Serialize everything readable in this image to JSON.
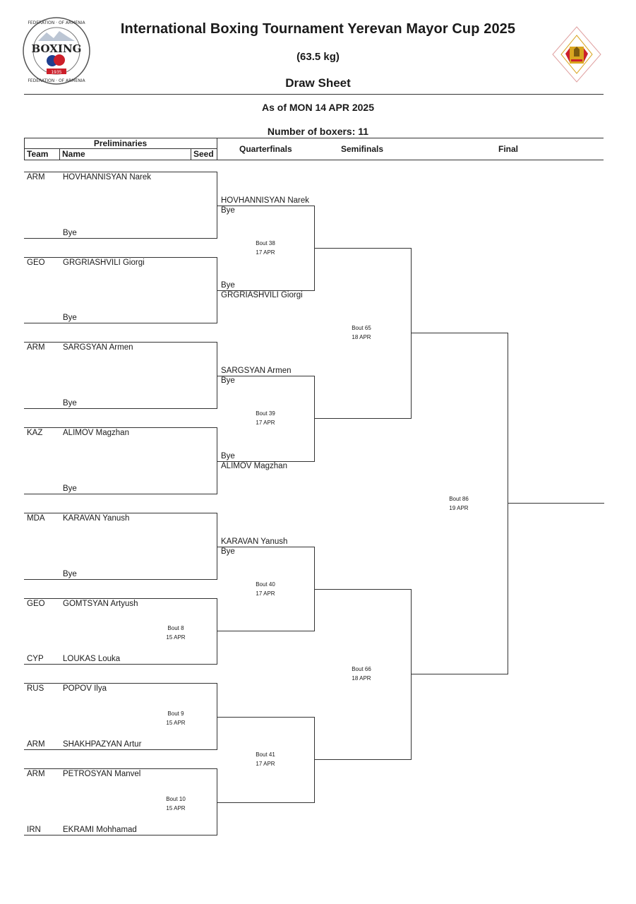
{
  "header": {
    "title": "International Boxing Tournament Yerevan Mayor Cup 2025",
    "weight": "(63.5 kg)",
    "sheet": "Draw Sheet",
    "as_of": "As of MON 14 APR 2025",
    "boxer_count": "Number of boxers: 11"
  },
  "logo": {
    "word": "BOXING",
    "ring_top": "FEDERATION · OF ARMENIA",
    "ring_bottom": "FEDERATION · OF ARMENIA",
    "year": "1935",
    "colors": {
      "red": "#cc1f2a",
      "blue": "#1f3f8f",
      "gold": "#d9a520"
    }
  },
  "columns": {
    "preliminaries": "Preliminaries",
    "team": "Team",
    "name": "Name",
    "seed": "Seed",
    "quarterfinals": "Quarterfinals",
    "semifinals": "Semifinals",
    "final": "Final"
  },
  "preliminaries": [
    {
      "team": "ARM",
      "name": "HOVHANNISYAN Narek"
    },
    {
      "team": "",
      "name": "Bye"
    },
    {
      "team": "GEO",
      "name": "GRGRIASHVILI Giorgi"
    },
    {
      "team": "",
      "name": "Bye"
    },
    {
      "team": "ARM",
      "name": "SARGSYAN Armen"
    },
    {
      "team": "",
      "name": "Bye"
    },
    {
      "team": "KAZ",
      "name": "ALIMOV Magzhan"
    },
    {
      "team": "",
      "name": "Bye"
    },
    {
      "team": "MDA",
      "name": "KARAVAN Yanush"
    },
    {
      "team": "",
      "name": "Bye"
    },
    {
      "team": "GEO",
      "name": "GOMTSYAN Artyush"
    },
    {
      "team": "CYP",
      "name": "LOUKAS Louka"
    },
    {
      "team": "RUS",
      "name": "POPOV Ilya"
    },
    {
      "team": "ARM",
      "name": "SHAKHPAZYAN Artur"
    },
    {
      "team": "ARM",
      "name": "PETROSYAN Manvel"
    },
    {
      "team": "IRN",
      "name": "EKRAMI Mohhamad"
    }
  ],
  "prelim_bouts": [
    {
      "bout": "Bout 8",
      "date": "15 APR"
    },
    {
      "bout": "Bout 9",
      "date": "15 APR"
    },
    {
      "bout": "Bout 10",
      "date": "15 APR"
    }
  ],
  "quarterfinals": [
    {
      "line1": "HOVHANNISYAN Narek",
      "line2": "Bye"
    },
    {
      "line1": "Bye",
      "line2": "GRGRIASHVILI Giorgi"
    },
    {
      "line1": "SARGSYAN Armen",
      "line2": "Bye"
    },
    {
      "line1": "Bye",
      "line2": "ALIMOV Magzhan"
    },
    {
      "line1": "KARAVAN Yanush",
      "line2": "Bye"
    }
  ],
  "qf_bouts": [
    {
      "bout": "Bout 38",
      "date": "17 APR"
    },
    {
      "bout": "Bout 39",
      "date": "17 APR"
    },
    {
      "bout": "Bout 40",
      "date": "17 APR"
    },
    {
      "bout": "Bout 41",
      "date": "17 APR"
    }
  ],
  "sf_bouts": [
    {
      "bout": "Bout 65",
      "date": "18 APR"
    },
    {
      "bout": "Bout 66",
      "date": "18 APR"
    }
  ],
  "final_bout": {
    "bout": "Bout 86",
    "date": "19 APR"
  }
}
